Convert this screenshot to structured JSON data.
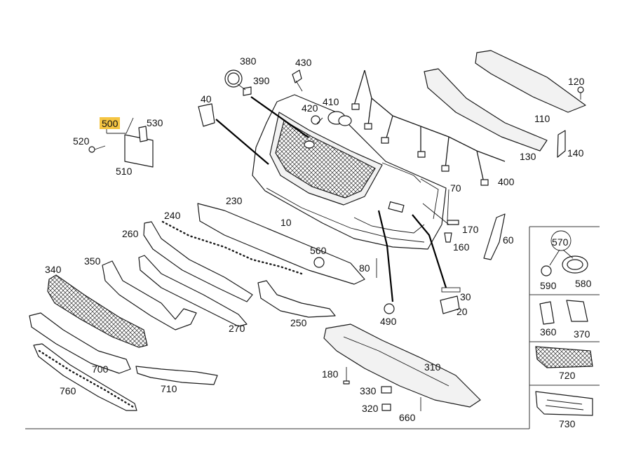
{
  "diagram": {
    "highlight_color": "#f5c542",
    "highlighted_part": "500",
    "labels": {
      "p10": "10",
      "p20": "20",
      "p30": "30",
      "p40": "40",
      "p60": "60",
      "p70": "70",
      "p80": "80",
      "p110": "110",
      "p120": "120",
      "p130": "130",
      "p140": "140",
      "p160": "160",
      "p170": "170",
      "p180": "180",
      "p230": "230",
      "p240": "240",
      "p250": "250",
      "p260": "260",
      "p270": "270",
      "p310": "310",
      "p320": "320",
      "p330": "330",
      "p340": "340",
      "p350": "350",
      "p360": "360",
      "p370": "370",
      "p380": "380",
      "p390": "390",
      "p400": "400",
      "p410": "410",
      "p420": "420",
      "p430": "430",
      "p490": "490",
      "p500": "500",
      "p510": "510",
      "p520": "520",
      "p530": "530",
      "p560": "560",
      "p570": "570",
      "p580": "580",
      "p590": "590",
      "p660": "660",
      "p700": "700",
      "p710": "710",
      "p720": "720",
      "p730": "730",
      "p760": "760"
    }
  }
}
